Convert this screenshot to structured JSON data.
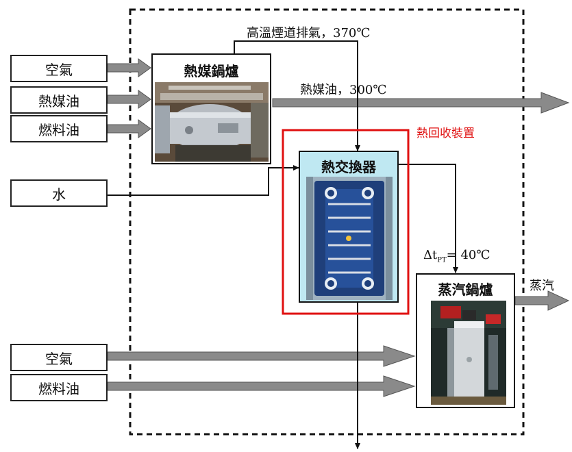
{
  "inputs_top": {
    "air": "空氣",
    "thermal_oil": "熱媒油",
    "fuel_oil": "燃料油",
    "water": "水"
  },
  "inputs_bottom": {
    "air": "空氣",
    "fuel_oil": "燃料油"
  },
  "equipment": {
    "oil_boiler": "熱媒鍋爐",
    "heat_exchanger": "熱交換器",
    "steam_boiler": "蒸汽鍋爐"
  },
  "streams": {
    "flue_gas": "高溫煙道排氣，370℃",
    "thermal_oil_out": "熱媒油，300℃",
    "steam": "蒸汽",
    "delta_t_prefix": "Δt",
    "delta_t_sub": "PT",
    "delta_t_value": "= 40℃"
  },
  "recovery_label": "熱回收裝置",
  "colors": {
    "arrow_fill": "#8a8a8a",
    "recovery_border": "#e01010",
    "exchanger_bg": "#bfe8f2",
    "plate_dark": "#1f3f7a"
  }
}
